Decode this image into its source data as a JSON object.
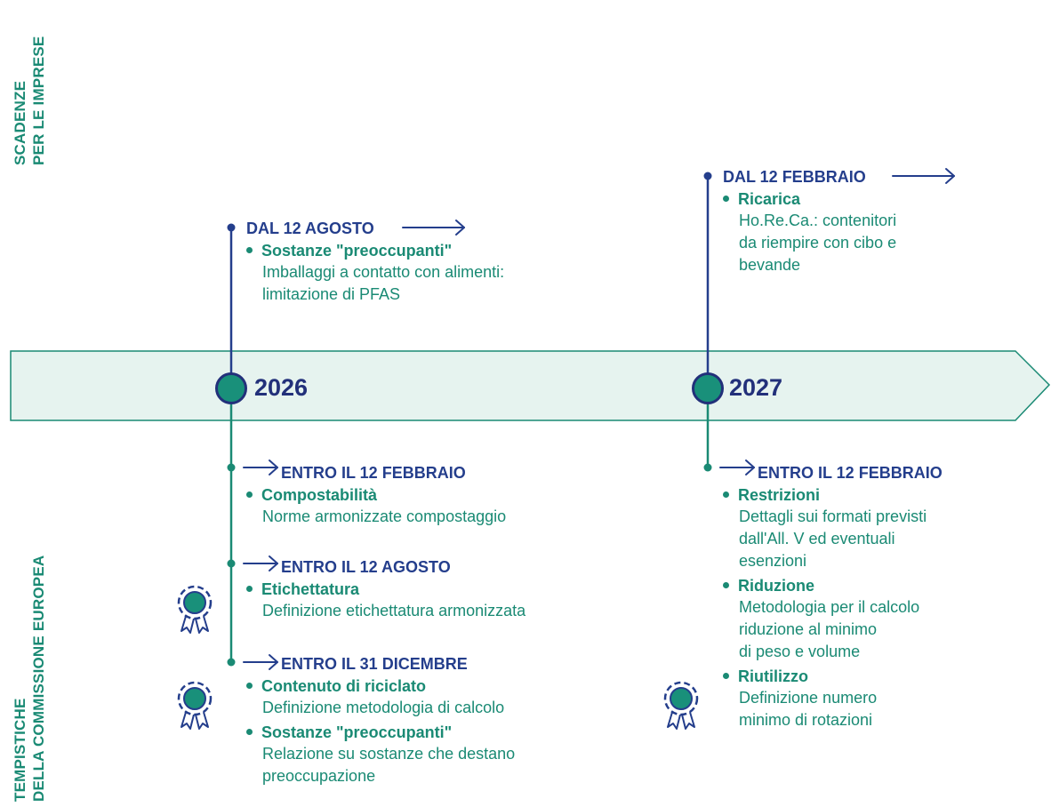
{
  "side_labels": {
    "top": [
      "SCADENZE",
      "PER LE IMPRESE"
    ],
    "bottom": [
      "TEMPISTICHE",
      "DELLA COMMISSIONE EUROPEA"
    ]
  },
  "colors": {
    "green": "#1a8a74",
    "navy": "#243e8c",
    "band_fill": "#e6f3ef",
    "dot_fill": "#19907a"
  },
  "icons": {
    "award": "award-ribbon-icon",
    "arrow": "arrow-right-icon"
  },
  "years": [
    "2026",
    "2027"
  ],
  "top_events": [
    {
      "header": "DAL 12 AGOSTO",
      "items": [
        {
          "title": "Sostanze \"preoccupanti\"",
          "desc": [
            "Imballaggi a contatto con alimenti:",
            "limitazione di PFAS"
          ]
        }
      ]
    },
    {
      "header": "DAL 12 FEBBRAIO",
      "items": [
        {
          "title": "Ricarica",
          "desc": [
            "Ho.Re.Ca.: contenitori",
            "da riempire con cibo e",
            "bevande"
          ]
        }
      ]
    }
  ],
  "bottom_events_2026": [
    {
      "header": "ENTRO IL 12 FEBBRAIO",
      "items": [
        {
          "title": "Compostabilità",
          "desc": [
            "Norme armonizzate compostaggio"
          ]
        }
      ]
    },
    {
      "header": "ENTRO IL 12 AGOSTO",
      "items": [
        {
          "title": "Etichettatura",
          "desc": [
            "Definizione etichettatura armonizzata"
          ]
        }
      ]
    },
    {
      "header": "ENTRO IL 31 DICEMBRE",
      "items": [
        {
          "title": "Contenuto di riciclato",
          "desc": [
            "Definizione metodologia di calcolo"
          ]
        },
        {
          "title": "Sostanze \"preoccupanti\"",
          "desc": [
            "Relazione su sostanze che destano",
            "preoccupazione"
          ]
        }
      ]
    }
  ],
  "bottom_events_2027": [
    {
      "header": "ENTRO IL 12 FEBBRAIO",
      "items": [
        {
          "title": "Restrizioni",
          "desc": [
            "Dettagli sui formati previsti",
            "dall'All. V ed eventuali",
            "esenzioni"
          ]
        },
        {
          "title": "Riduzione",
          "desc": [
            "Metodologia per il calcolo",
            "riduzione al minimo",
            "di peso e volume"
          ]
        },
        {
          "title": "Riutilizzo",
          "desc": [
            "Definizione numero",
            "minimo di rotazioni"
          ]
        }
      ]
    }
  ]
}
